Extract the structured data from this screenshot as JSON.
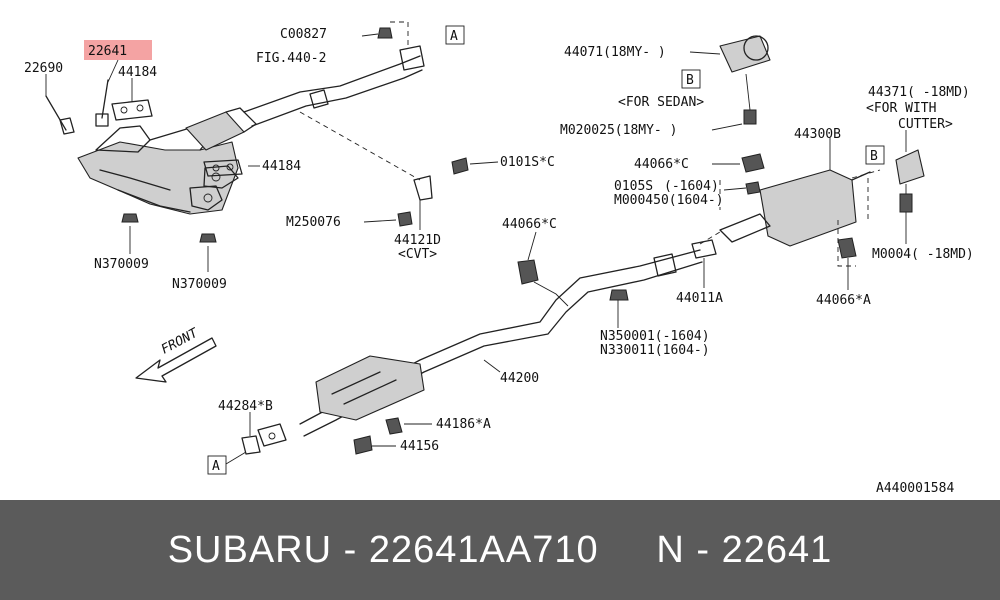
{
  "diagram": {
    "ref_code": "A440001584",
    "highlight_color": "#f4a3a3",
    "labels": {
      "p22641": "22641",
      "p22690": "22690",
      "p44184a": "44184",
      "p44184b": "44184",
      "pC00827": "C00827",
      "pFIG": "FIG.440-2",
      "pN370009a": "N370009",
      "pN370009b": "N370009",
      "p0101S": "0101S*C",
      "pM250076": "M250076",
      "p44121D": "44121D",
      "pCVT": "<CVT>",
      "p44071": "44071(18MY- )",
      "pForSedan": "<FOR SEDAN>",
      "pM020025": "M020025(18MY- )",
      "p44066C1": "44066*C",
      "p0105S": "0105S",
      "p0105Sr": "(-1604)",
      "pM000450": "M000450(1604-)",
      "p44300B": "44300B",
      "p44371": "44371( -18MD)",
      "pForWith": "<FOR WITH",
      "pCutter": "CUTTER>",
      "pM0004": "M0004( -18MD)",
      "p44066C2": "44066*C",
      "p44011A": "44011A",
      "p44066A": "44066*A",
      "pN350001": "N350001(-1604)",
      "pN330011": "N330011(1604-)",
      "p44200": "44200",
      "pFront": "FRONT",
      "p44284B": "44284*B",
      "p44186A": "44186*A",
      "p44156": "44156",
      "boxA1": "A",
      "boxA2": "A",
      "boxB1": "B",
      "boxB2": "B"
    }
  },
  "caption": {
    "brand": "SUBARU",
    "part_number": "22641AA710",
    "ref": "N - 22641"
  }
}
